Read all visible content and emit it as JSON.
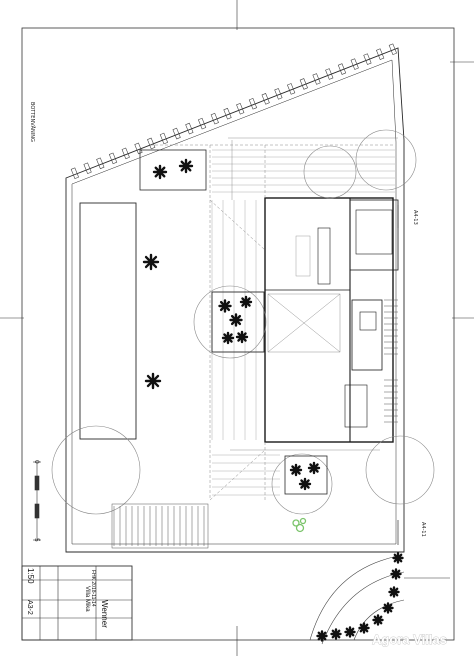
{
  "labels": {
    "level_name": "BOTTENVÅNING",
    "section_a13": "A4-13",
    "section_a11": "A4-11",
    "scale_zero": "0",
    "scale_five": "5"
  },
  "title_block": {
    "scale": "1:50",
    "sheet_size": "A3-2",
    "project": "Villa Mika",
    "date": "FHK 2018-11-14",
    "owner": "Wenner"
  },
  "watermark": "Agora Villas",
  "colors": {
    "line": "#2a2a2a",
    "light_line": "#8a8a8a",
    "tree": "#111111",
    "accent_green": "#7bc46b"
  }
}
